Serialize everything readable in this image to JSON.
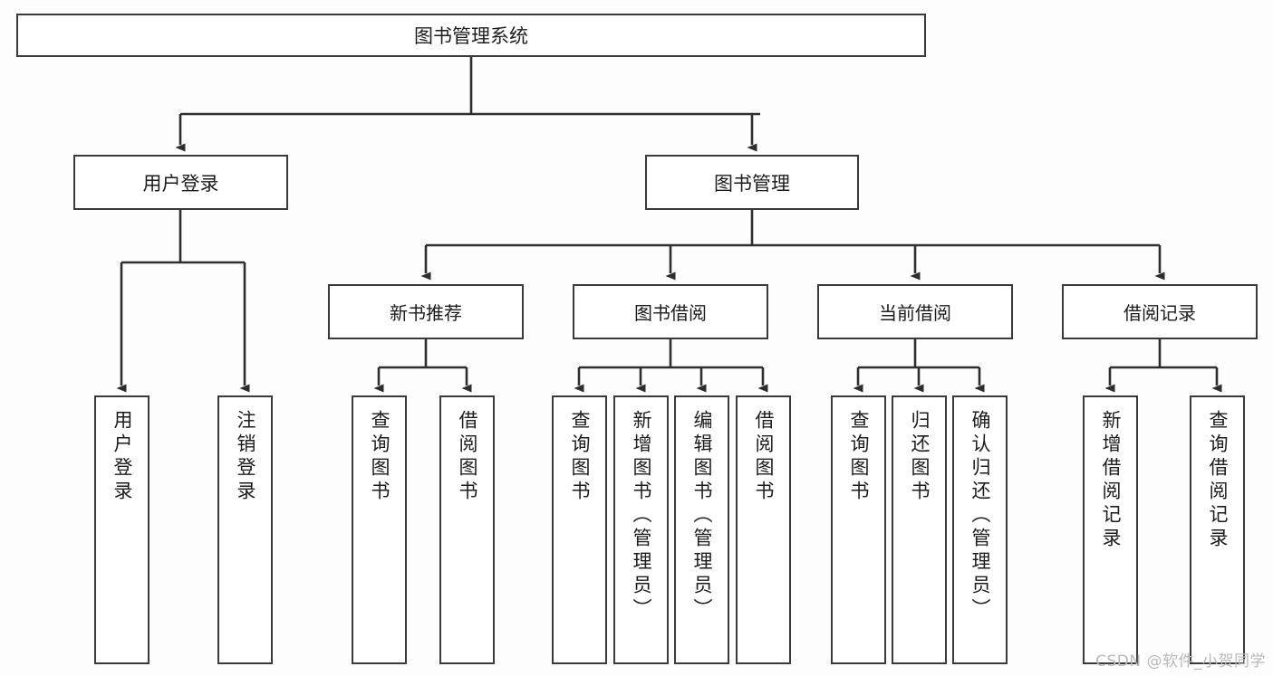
{
  "diagram": {
    "title": "图书管理系统",
    "type": "tree-hierarchy-chart",
    "orientation": "top-down",
    "colors": {
      "border": "#3a3a3a",
      "box_fill": "#ffffff",
      "text": "#1c1c1c",
      "background": "#fdfdfd",
      "watermark": "#b9b9b9"
    },
    "root": {
      "label": "图书管理系统"
    },
    "level2": [
      {
        "id": "user-login",
        "label": "用户登录"
      },
      {
        "id": "book-management",
        "label": "图书管理"
      }
    ],
    "level3": [
      {
        "id": "new-book-recommend",
        "label": "新书推荐"
      },
      {
        "id": "book-borrow",
        "label": "图书借阅"
      },
      {
        "id": "current-borrow",
        "label": "当前借阅"
      },
      {
        "id": "borrow-record",
        "label": "借阅记录"
      }
    ],
    "leaves": {
      "user_login": [
        {
          "id": "leaf-user-login",
          "label": "用户登录"
        },
        {
          "id": "leaf-logout-login",
          "label": "注销登录"
        }
      ],
      "new_book_recommend": [
        {
          "id": "leaf-query-book-1",
          "label": "查询图书"
        },
        {
          "id": "leaf-borrow-book-1",
          "label": "借阅图书"
        }
      ],
      "book_borrow": [
        {
          "id": "leaf-query-book-2",
          "label": "查询图书"
        },
        {
          "id": "leaf-add-book",
          "label": "新增图书（管理员）"
        },
        {
          "id": "leaf-edit-book",
          "label": "编辑图书（管理员）"
        },
        {
          "id": "leaf-borrow-book-2",
          "label": "借阅图书"
        }
      ],
      "current_borrow": [
        {
          "id": "leaf-query-book-3",
          "label": "查询图书"
        },
        {
          "id": "leaf-return-book",
          "label": "归还图书"
        },
        {
          "id": "leaf-confirm-return",
          "label": "确认归还（管理员）"
        }
      ],
      "borrow_record": [
        {
          "id": "leaf-add-borrow-record",
          "label": "新增借阅记录"
        },
        {
          "id": "leaf-query-borrow-record",
          "label": "查询借阅记录"
        }
      ]
    }
  },
  "watermark": {
    "text": "CSDN @软件_小贺同学"
  }
}
